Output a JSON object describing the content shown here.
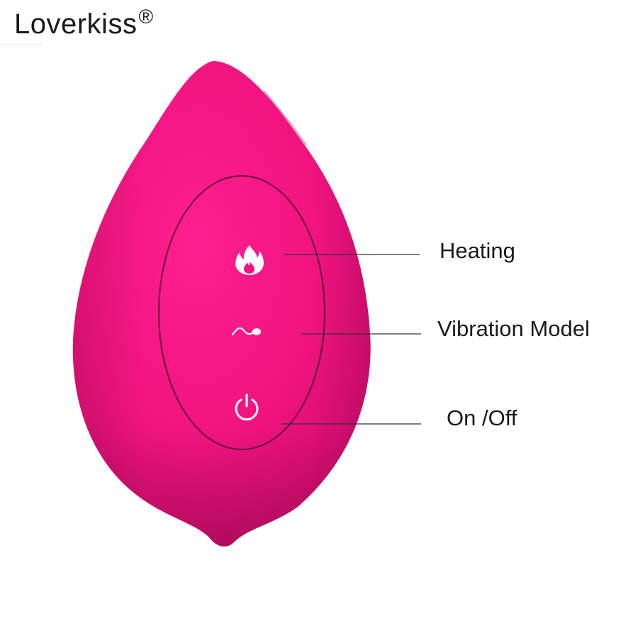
{
  "brand": {
    "name": "Loverkiss",
    "registered_mark": "®"
  },
  "device": {
    "body_color": "#f0137f",
    "highlight_color": "#ff2d95",
    "shadow_color": "#c70a68",
    "panel_outline_color": "#3a0a22"
  },
  "callouts": [
    {
      "id": "heating",
      "label": "Heating",
      "icon": "flame-icon"
    },
    {
      "id": "vibration",
      "label": "Vibration Model",
      "icon": "vibration-wave-icon"
    },
    {
      "id": "power",
      "label": "On /Off",
      "icon": "power-icon"
    }
  ]
}
